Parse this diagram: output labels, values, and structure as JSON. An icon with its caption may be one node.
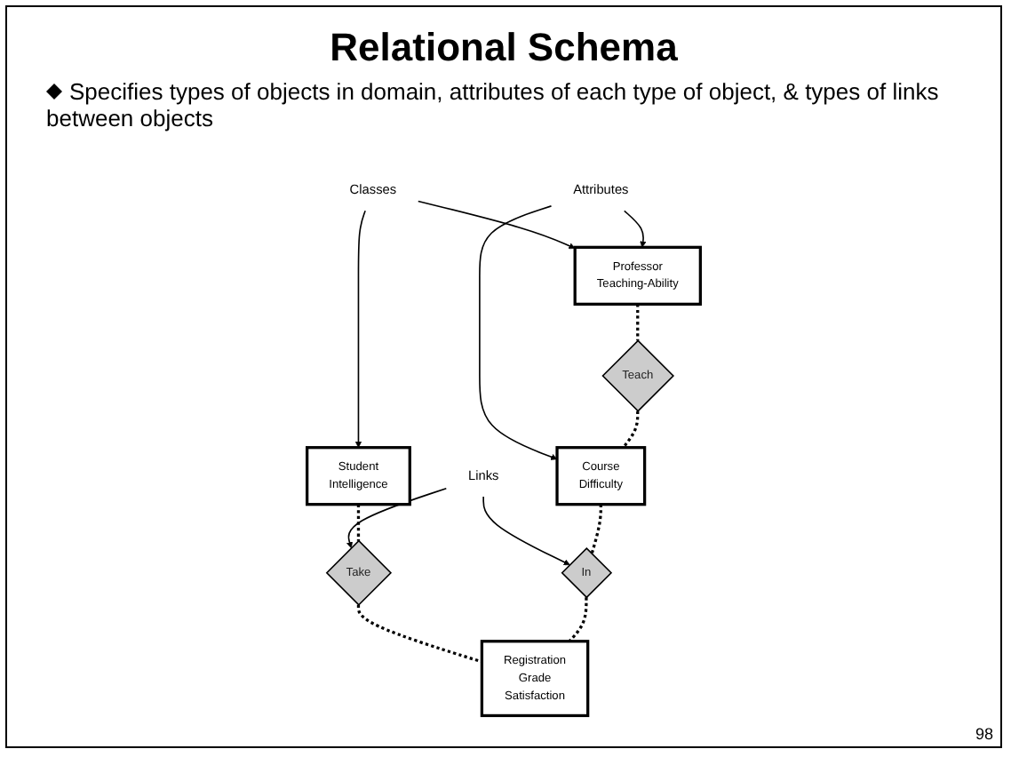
{
  "diagram": {
    "title": "Relational Schema",
    "nodes": [
      {
        "text": [
          "Professor",
          "Teaching-Ability"
        ]
      },
      {
        "text": [
          "Classes"
        ]
      },
      {
        "text": [
          "Student",
          "Intelligence"
        ]
      },
      {
        "text": [
          "Attributes"
        ]
      },
      {
        "text": [
          "Teach"
        ]
      },
      {
        "text": [
          "Take"
        ]
      },
      {
        "text": [
          "Links"
        ]
      },
      {
        "text": [
          "Course",
          "Difficulty"
        ]
      },
      {
        "text": [
          "In"
        ]
      },
      {
        "text": [
          "Registration",
          "Grade",
          "Satisfaction"
        ]
      }
    ],
    "edges": [
      {
        "from": 1,
        "to": 0,
        "arrow": "to"
      },
      {
        "from": 1,
        "to": 2,
        "arrow": "to"
      },
      {
        "from": 3,
        "to": 0,
        "arrow": "to"
      },
      {
        "from": 3,
        "to": 7,
        "arrow": "to"
      },
      {
        "from": 6,
        "to": 5,
        "arrow": "to"
      },
      {
        "from": 6,
        "to": 8,
        "arrow": "to"
      },
      {
        "from": 0,
        "to": 4,
        "arrow": "none",
        "style": "dashed"
      },
      {
        "from": 4,
        "to": 7,
        "arrow": "none",
        "style": "dashed"
      },
      {
        "from": 2,
        "to": 5,
        "arrow": "none",
        "style": "dashed"
      },
      {
        "from": 5,
        "to": 9,
        "arrow": "none",
        "style": "dashed"
      },
      {
        "from": 7,
        "to": 8,
        "arrow": "none",
        "style": "dashed"
      },
      {
        "from": 8,
        "to": 9,
        "arrow": "none",
        "style": "dashed"
      }
    ],
    "labels": [
      "Specifies types of objects in domain, attributes of each type of object, & types of links between objects",
      "98"
    ]
  }
}
